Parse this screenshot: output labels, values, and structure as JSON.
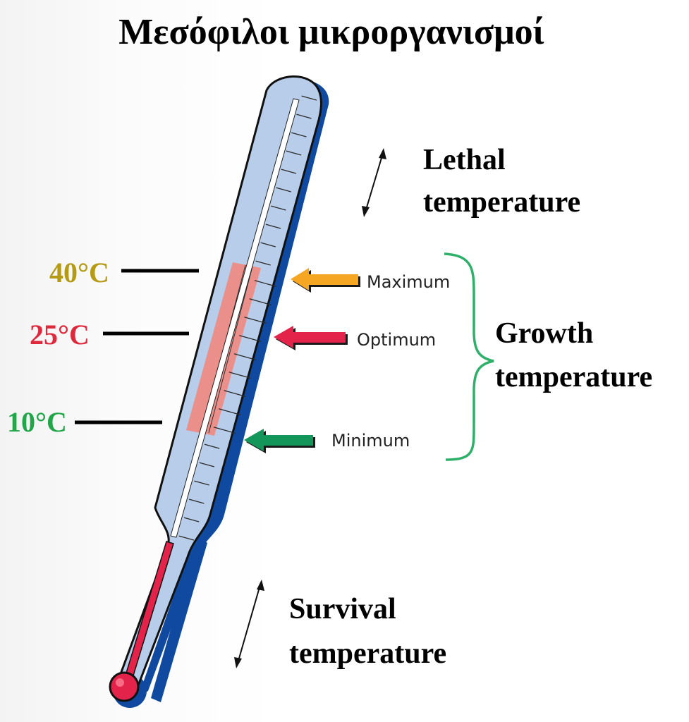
{
  "title": "Μεσόφιλοι μικροργανισμοί",
  "temperatures": {
    "max": {
      "label": "40°C",
      "color": "#b59a14"
    },
    "opt": {
      "label": "25°C",
      "color": "#e0283c"
    },
    "min": {
      "label": "10°C",
      "color": "#22a64a"
    }
  },
  "arrows": {
    "maximum": {
      "label": "Maximum",
      "color": "#f5a623"
    },
    "optimum": {
      "label": "Optimum",
      "color": "#e3234a"
    },
    "minimum": {
      "label": "Minimum",
      "color": "#14965a"
    }
  },
  "zones": {
    "lethal": {
      "line1": "Lethal",
      "line2": "temperature"
    },
    "growth": {
      "line1": "Growth",
      "line2": "temperature",
      "brace_color": "#2fb06a"
    },
    "survival": {
      "line1": "Survival",
      "line2": "temperature"
    }
  },
  "colors": {
    "glass": "#b7cdea",
    "glass_outline": "#111111",
    "shadow": "#0f4aa0",
    "growth_band": "#f0887e",
    "mercury": "#e3234a",
    "tick": "#2a2a2a"
  }
}
